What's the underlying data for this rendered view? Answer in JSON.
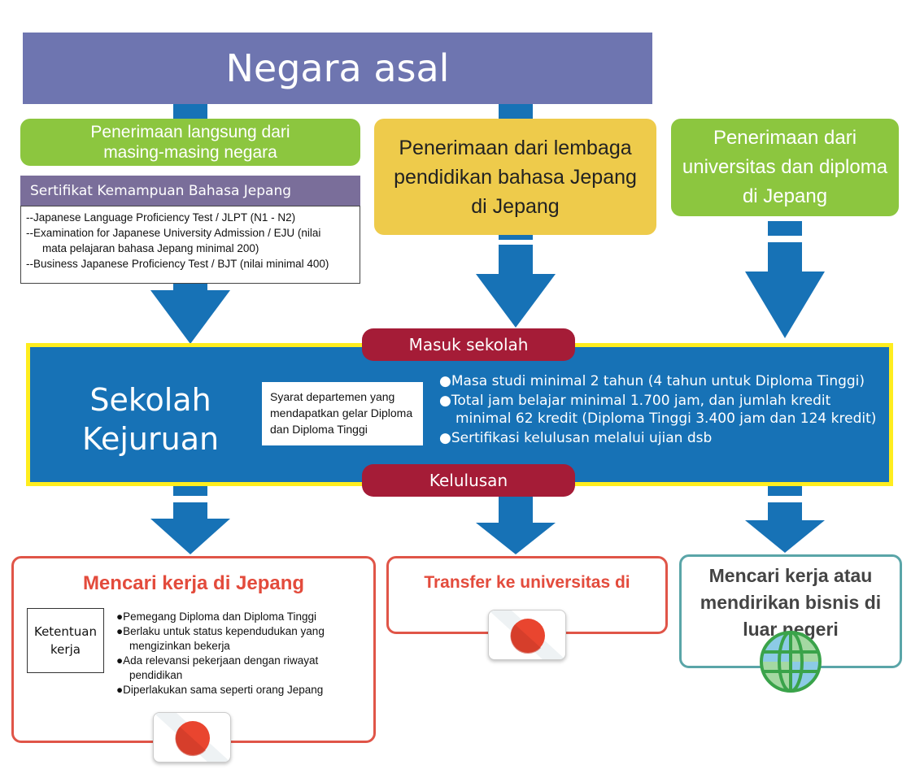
{
  "header": {
    "title": "Negara asal"
  },
  "sources": {
    "direct": "Penerimaan langsung dari masing-masing negara",
    "language_school": "Penerimaan dari lembaga pendidikan bahasa Jepang di Jepang",
    "university": "Penerimaan dari universitas dan diploma di Jepang"
  },
  "certificate": {
    "title": "Sertifikat Kemampuan Bahasa Jepang",
    "items": [
      "--Japanese Language Proficiency Test / JLPT (N1 - N2)",
      "--Examination for Japanese University Admission / EJU (nilai",
      "mata pelajaran bahasa Jepang minimal 200)",
      "--Business Japanese Proficiency Test / BJT (nilai minimal 400)"
    ]
  },
  "school": {
    "entry_label": "Masuk sekolah",
    "graduation_label": "Kelulusan",
    "title": "Sekolah Kejuruan",
    "requirement_label": "Syarat departemen yang mendapatkan gelar Diploma dan Diploma Tinggi",
    "bullets": [
      "●Masa studi minimal 2 tahun (4 tahun untuk Diploma Tinggi)",
      "●Total jam belajar minimal 1.700 jam, dan jumlah kredit",
      "minimal 62 kredit (Diploma Tinggi 3.400 jam dan 124 kredit)",
      "●Sertifikasi kelulusan melalui ujian dsb"
    ]
  },
  "outcomes": {
    "japan_job": {
      "title": "Mencari kerja di Jepang",
      "condition_label": "Ketentuan kerja",
      "conditions": [
        "●Pemegang Diploma dan Diploma Tinggi",
        "●Berlaku untuk status kependudukan yang",
        "mengizinkan bekerja",
        "●Ada relevansi pekerjaan dengan riwayat",
        "pendidikan",
        "●Diperlakukan sama seperti orang Jepang"
      ]
    },
    "transfer": {
      "title": "Transfer ke universitas di"
    },
    "abroad": {
      "title": "Mencari kerja atau mendirikan bisnis di luar negeri"
    }
  },
  "colors": {
    "header": "#6e75b0",
    "green": "#8cc63f",
    "yellow": "#eecb4b",
    "certificate_header": "#7a6e9a",
    "school": "#1772b6",
    "school_border": "#ffed1e",
    "pill": "#a51c37",
    "arrow": "#1772b6",
    "outcome_red": "#e34b3c",
    "outcome_teal": "#5aa5a8"
  },
  "icons": [
    "japan-flag-icon",
    "globe-icon"
  ]
}
